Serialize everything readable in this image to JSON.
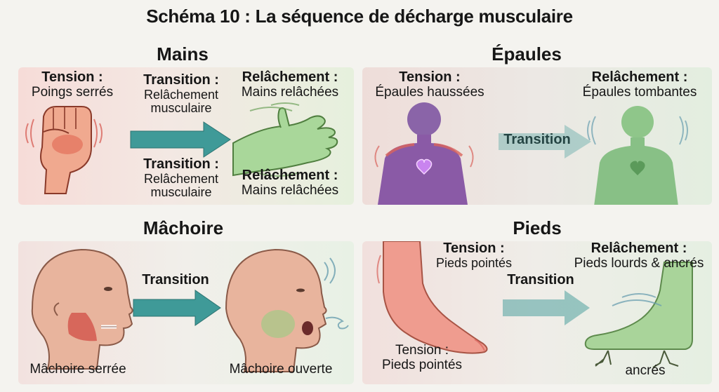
{
  "title": "Schéma 10 : La séquence de décharge musculaire",
  "colors": {
    "tension": "#e35a52",
    "release": "#7fc46f",
    "arrow": "#3f9a98",
    "tension_body": "#8a5aa6"
  },
  "sections": {
    "mains": {
      "heading": "Mains",
      "tension_title": "Tension :",
      "tension_text": "Poings serrés",
      "transition_top_title": "Transition :",
      "transition_top_line1": "Relâchement",
      "transition_top_line2": "musculaire",
      "release_top_title": "Relâchement :",
      "release_top_text": "Mains relâchées",
      "transition_bottom_title": "Transition :",
      "transition_bottom_line1": "Relâchement",
      "transition_bottom_line2": "musculaire",
      "release_bottom_title": "Relâchement :",
      "release_bottom_text": "Mains relâchées"
    },
    "epaules": {
      "heading": "Épaules",
      "tension_title": "Tension :",
      "tension_text": "Épaules haussées",
      "transition": "Transition",
      "release_title": "Relâchement :",
      "release_text": "Épaules tombantes"
    },
    "machoire": {
      "heading": "Mâchoire",
      "transition": "Transition",
      "tension_caption": "Mâchoire serrée",
      "release_caption": "Mâchoire ouverte"
    },
    "pieds": {
      "heading": "Pieds",
      "tension_top_title": "Tension :",
      "tension_top_text": "Pieds pointés",
      "transition": "Transition",
      "release_title": "Relâchement :",
      "release_text": "Pieds lourds & ancrés",
      "tension_bottom_title": "Tension :",
      "tension_bottom_text": "Pieds pointés",
      "release_caption": "ancrés"
    }
  }
}
